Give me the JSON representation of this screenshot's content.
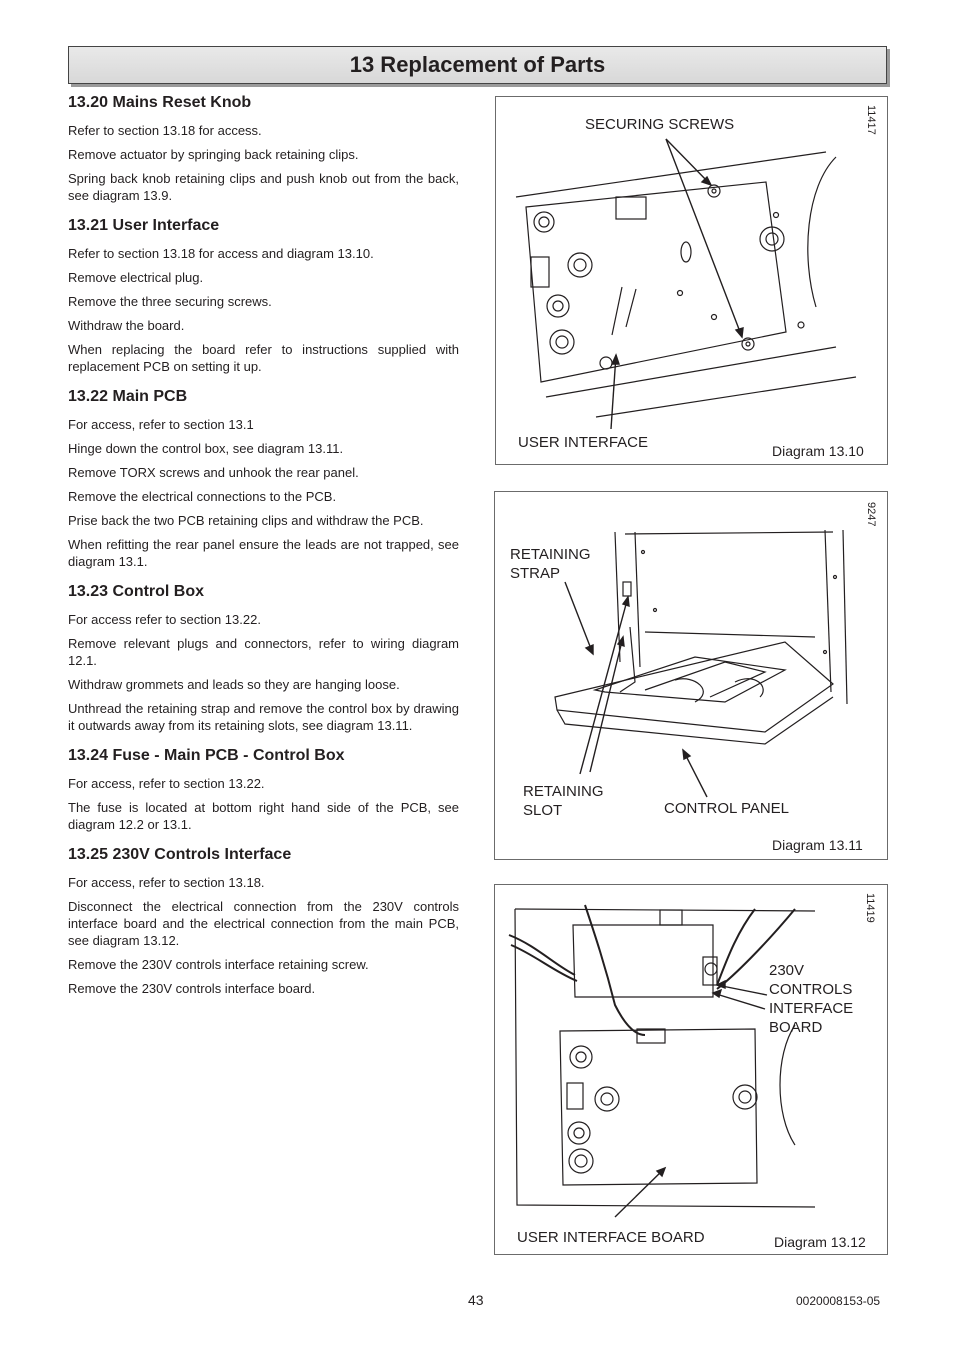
{
  "header": {
    "title": "13 Replacement of Parts"
  },
  "sections": [
    {
      "heading": "13.20 Mains Reset Knob",
      "paragraphs": [
        "Refer to section 13.18 for access.",
        "Remove actuator by springing back retaining clips.",
        "Spring back knob retaining clips and push knob out from the back, see diagram 13.9."
      ]
    },
    {
      "heading": "13.21 User Interface",
      "paragraphs": [
        "Refer to section 13.18 for access and diagram 13.10.",
        "Remove electrical plug.",
        "Remove the three securing screws.",
        "Withdraw the board.",
        "When replacing the board refer to instructions supplied with replacement PCB on setting it up."
      ]
    },
    {
      "heading": "13.22 Main PCB",
      "paragraphs": [
        "For access, refer to section 13.1",
        "Hinge down the control box, see diagram 13.11.",
        "Remove TORX screws and unhook the rear panel.",
        "Remove the electrical connections to the PCB.",
        "Prise back the two PCB retaining clips and withdraw the PCB.",
        "When refitting the rear panel ensure the leads are not trapped, see diagram 13.1."
      ]
    },
    {
      "heading": "13.23 Control Box",
      "paragraphs": [
        "For access refer to section 13.22.",
        "Remove relevant plugs and connectors, refer to wiring diagram 12.1.",
        "Withdraw grommets and leads so they are hanging loose.",
        "Unthread the retaining strap and remove the control box by drawing it outwards away from its retaining slots, see diagram 13.11."
      ]
    },
    {
      "heading": "13.24 Fuse -  Main PCB - Control Box",
      "paragraphs": [
        "For access, refer to section 13.22.",
        "The fuse is located at bottom right hand side of the PCB, see diagram 12.2 or 13.1."
      ]
    },
    {
      "heading": "13.25 230V Controls Interface",
      "paragraphs": [
        "For access, refer to section 13.18.",
        "Disconnect the electrical connection from the 230V controls interface board and the electrical connection from the main PCB, see diagram 13.12.",
        "Remove the 230V controls interface retaining screw.",
        "Remove the 230V controls interface board."
      ]
    }
  ],
  "diagrams": [
    {
      "caption": "Diagram 13.10",
      "code": "11417",
      "labels": {
        "top": "SECURING SCREWS",
        "bottom": "USER INTERFACE"
      }
    },
    {
      "caption": "Diagram 13.11",
      "code": "9247",
      "labels": {
        "strap": "RETAINING\nSTRAP",
        "slot": "RETAINING\nSLOT",
        "panel": "CONTROL PANEL"
      }
    },
    {
      "caption": "Diagram 13.12",
      "code": "11419",
      "labels": {
        "board230": "230V\nCONTROLS\nINTERFACE\nBOARD",
        "uib": "USER INTERFACE BOARD"
      }
    }
  ],
  "footer": {
    "page_number": "43",
    "doc_code": "0020008153-05"
  }
}
